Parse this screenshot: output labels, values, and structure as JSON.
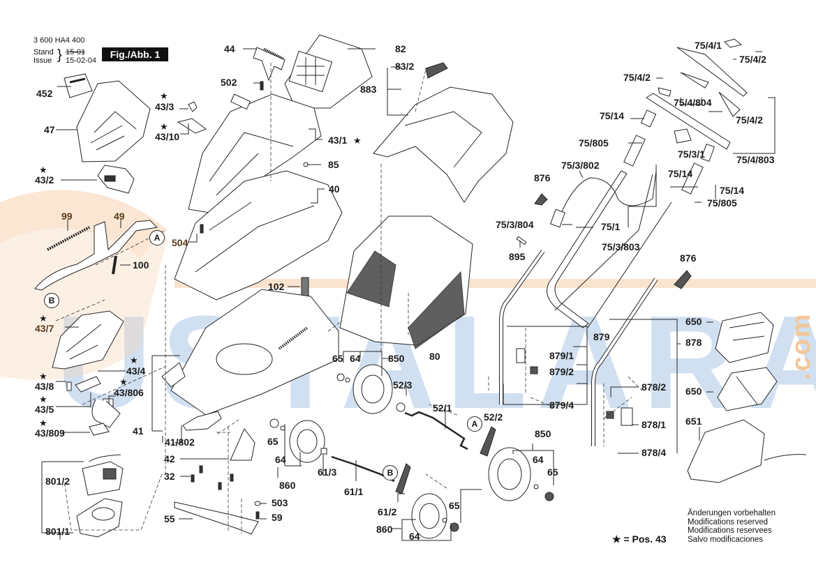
{
  "header": {
    "doc_number": "3 600 HA4 400",
    "stand_label": "Stand",
    "issue_label": "Issue",
    "old_date": "15-01",
    "issue_date": "15-02-04",
    "figure_label": "Fig./Abb. 1"
  },
  "watermark": {
    "text": "USTALARA",
    "suffix": ".com",
    "colors": {
      "blue": "#c9dbef",
      "orange": "#f6d2b0"
    }
  },
  "part_labels": {
    "p452": "452",
    "p47": "47",
    "p43_2": "43/2",
    "p43_3": "43/3",
    "p43_10": "43/10",
    "p44": "44",
    "p502": "502",
    "p82": "82",
    "p83_2": "83/2",
    "p883": "883",
    "p43_1": "43/1",
    "p85": "85",
    "p40": "40",
    "p99": "99",
    "p49": "49",
    "p100": "100",
    "p504": "504",
    "p102": "102",
    "p43_7": "43/7",
    "p43_4": "43/4",
    "p43_8": "43/8",
    "p43_806": "43/806",
    "p43_5": "43/5",
    "p43_809": "43/809",
    "p41": "41",
    "p41_802": "41/802",
    "p42": "42",
    "p32": "32",
    "p55": "55",
    "p503": "503",
    "p59": "59",
    "p801_2": "801/2",
    "p801_1": "801/1",
    "p65a": "65",
    "p64a": "64",
    "p850a": "850",
    "p80": "80",
    "p52_3": "52/3",
    "p52_1": "52/1",
    "p52_2": "52/2",
    "p65b": "65",
    "p64b": "64",
    "p860a": "860",
    "p61_3": "61/3",
    "p61_1": "61/1",
    "p61_2": "61/2",
    "p65c": "65",
    "p64c": "64",
    "p860b": "860",
    "p850b": "850",
    "p64d": "64",
    "p65d": "65",
    "p75_4_1": "75/4/1",
    "p75_4_2a": "75/4/2",
    "p75_4_2b": "75/4/2",
    "p75_4_804": "75/4/804",
    "p75_4_2c": "75/4/2",
    "p75_14a": "75/14",
    "p75_805a": "75/805",
    "p75_3_1": "75/3/1",
    "p75_4_803": "75/4/803",
    "p75_3_802": "75/3/802",
    "p75_14b": "75/14",
    "p75_14c": "75/14",
    "p75_805b": "75/805",
    "p876a": "876",
    "p75_3_804": "75/3/804",
    "p75_1": "75/1",
    "p75_3_803": "75/3/803",
    "p895": "895",
    "p876b": "876",
    "p879": "879",
    "p879_1": "879/1",
    "p879_2": "879/2",
    "p879_4": "879/4",
    "p878": "878",
    "p878_2": "878/2",
    "p878_1": "878/1",
    "p878_4": "878/4",
    "p650a": "650",
    "p650b": "650",
    "p651": "651"
  },
  "callouts": {
    "a": "A",
    "b": "B"
  },
  "star_symbol": "★",
  "legend": {
    "text": "★ = Pos. 43"
  },
  "notes": [
    "Änderungen vorbehalten",
    "Modifications reserved",
    "Modifications reservees",
    "Salvo modificaciones"
  ]
}
